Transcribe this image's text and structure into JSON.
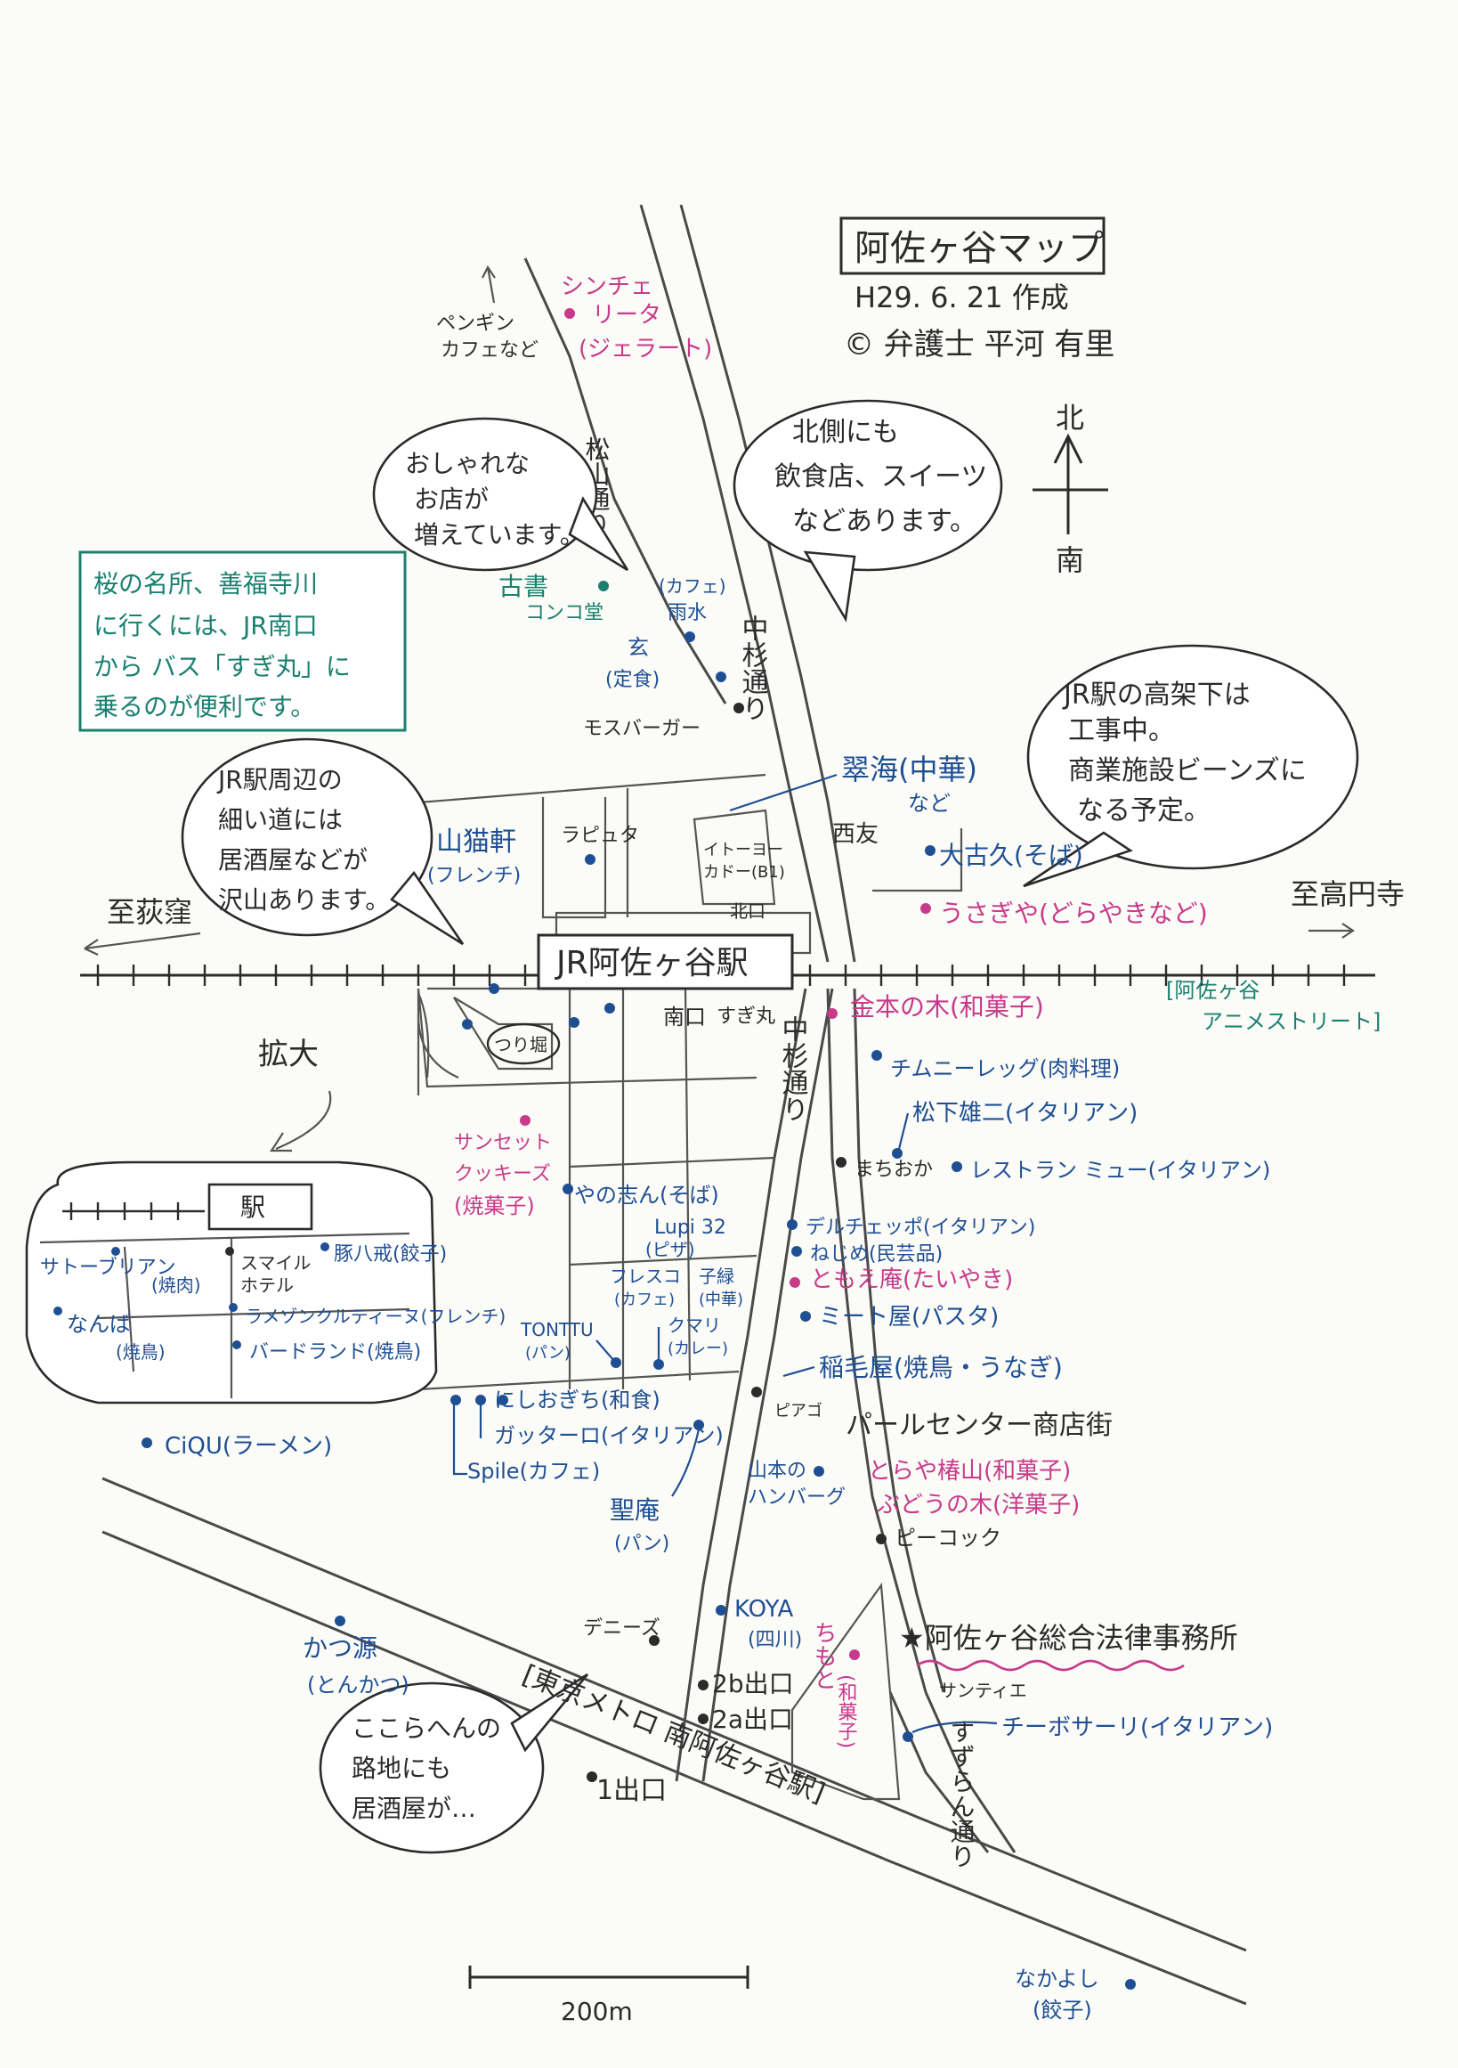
{
  "title": {
    "main": "阿佐ヶ谷マップ",
    "date": "H29. 6. 21 作成",
    "author": "© 弁護士 平河 有里"
  },
  "compass": {
    "north": "北",
    "south": "南"
  },
  "directions": {
    "west": "至荻窪",
    "east": "至高円寺",
    "penguin": [
      "ペンギン",
      "カフェなど"
    ]
  },
  "station": {
    "jr": "JR阿佐ヶ谷駅",
    "kitaguchi": "北口",
    "minamiguchi": "南口",
    "tokyo_metro": "[東京メトロ 南阿佐ヶ谷駅]",
    "exit1": "1出口",
    "exit2a": "2a出口",
    "exit2b": "2b出口"
  },
  "streets": {
    "matsuyama": "松山通り",
    "nakasugi_north": "中杉通り",
    "nakasugi_south": "中杉通り",
    "suzuran": "すずらん通り",
    "pearl_center": "パールセンター商店街",
    "anime_street": [
      "[阿佐ヶ谷",
      "アニメストリート]"
    ]
  },
  "bubbles": {
    "oshare": [
      "おしゃれな",
      "お店が",
      "増えています。"
    ],
    "kitagawa": [
      "北側にも",
      "飲食店、スイーツ",
      "などあります。"
    ],
    "koukashita": [
      "JR駅の高架下は",
      "工事中。",
      "商業施設ビーンズに",
      "なる予定。"
    ],
    "jr_shuuhen": [
      "JR駅周辺の",
      "細い道には",
      "居酒屋などが",
      "沢山あります。"
    ],
    "kokora": [
      "ここらへんの",
      "路地にも",
      "居酒屋が…"
    ]
  },
  "note": [
    "桜の名所、善福寺川",
    "に行くには、JR南口",
    "から バス「すぎ丸」に",
    "乗るのが便利です。"
  ],
  "inset": {
    "expand": "拡大",
    "station": "駅"
  },
  "landmarks": {
    "mos": "モスバーガー",
    "seiyu": "西友",
    "itoyokado": [
      "イトーヨー",
      "カドー(B1)"
    ],
    "rapyuta": "ラピュタ",
    "tsuribori": "つり堀",
    "sugimaru": "すぎ丸",
    "bookstore": [
      "古書",
      "コンコ堂"
    ],
    "dennys": "デニーズ",
    "santie": "サンティエ",
    "peacock": "ピーコック",
    "mac": "ピアゴ",
    "office": "★阿佐ヶ谷総合法律事務所",
    "scale": "200m"
  },
  "shops_blue": {
    "uten": [
      "(カフェ)",
      "雨水"
    ],
    "gen": [
      "玄",
      "(定食)"
    ],
    "suikai": [
      "翠海(中華)",
      "など"
    ],
    "ookubo": "大古久(そば)",
    "sannekoken": [
      "山猫軒",
      "(フレンチ)"
    ],
    "chimney": "チムニーレッグ(肉料理)",
    "matsushita": "松下雄二(イタリアン)",
    "machiokaji": "まちおか",
    "restaurant_mu": "レストラン ミュー(イタリアン)",
    "yanoshin": "やの志ん(そば)",
    "lupi": [
      "Lupi 32",
      "(ピザ)"
    ],
    "fresco": [
      "フレスコ",
      "(カフェ)"
    ],
    "kokorei": [
      "子緑",
      "(中華)"
    ],
    "kumari": [
      "クマリ",
      "(カレー)"
    ],
    "tonttu": [
      "TONTTU",
      "(パン)"
    ],
    "deruche": "デルチェッポ(イタリアン)",
    "nejime": "ねじめ(民芸品)",
    "meatya": "ミート屋(パスタ)",
    "inageya": "稲毛屋(焼鳥・うなぎ)",
    "nishiogichi": "にしおぎち(和食)",
    "gattaro": "ガッターロ(イタリアン)",
    "spile": "Spile(カフェ)",
    "seian": [
      "聖庵",
      "(パン)"
    ],
    "yamamoto": [
      "山本の",
      "ハンバーグ"
    ],
    "ciqu": "CiQU(ラーメン)",
    "katsugen": [
      "かつ源",
      "(とんかつ)"
    ],
    "koya": [
      "KOYA",
      "(四川)"
    ],
    "chiboasaari": "チーボサーリ(イタリアン)",
    "nakayoshi": [
      "なかよし",
      "(餃子)"
    ]
  },
  "shops_pink": {
    "cincitta": [
      "シンチェ",
      "リータ",
      "(ジェラート)"
    ],
    "usagiya": "うさぎや(どらやきなど)",
    "kanemoto": "金本の木(和菓子)",
    "sunset": [
      "サンセット",
      "クッキーズ",
      "(焼菓子)"
    ],
    "tomoe": "ともえ庵(たいやき)",
    "toraya": "とらや椿山(和菓子)",
    "budou": "ぶどうの木(洋菓子)",
    "chimoto": [
      "ちもと",
      "(和菓子)"
    ]
  },
  "inset_shops": {
    "satobriand": [
      "サトーブリアン",
      "(焼肉)"
    ],
    "smile": [
      "スマイル",
      "ホテル"
    ],
    "butahachi": "豚八戒(餃子)",
    "lamezon": "ラメゾンクルティーヌ(フレンチ)",
    "nanba": [
      "なんば",
      "(焼鳥)"
    ],
    "birdland": "バードランド(焼鳥)"
  },
  "colors": {
    "blue": "#1f4f93",
    "pink": "#c83a8a",
    "teal": "#1b8070",
    "ink": "#2b2b2b"
  }
}
